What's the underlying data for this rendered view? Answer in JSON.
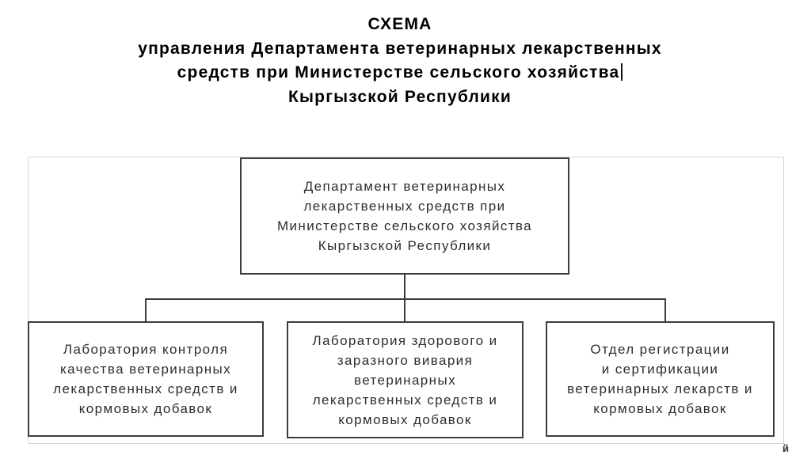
{
  "title": {
    "line1": "СХЕМА",
    "line2": "управления Департамента ветеринарных лекарственных",
    "line3": "средств при Министерстве сельского хозяйства",
    "line4": "Кыргызской Республики"
  },
  "org": {
    "root": {
      "name": "Департамент ветеринарных лекарственных средств при Министерстве сельского хозяйства Кыргызской Республики",
      "lines": [
        "Департамент ветеринарных",
        "лекарственных средств при",
        "Министерстве сельского хозяйства",
        "Кыргызской Республики"
      ]
    },
    "children": [
      {
        "name": "Лаборатория контроля качества ветеринарных лекарственных средств и кормовых добавок",
        "lines": [
          "Лаборатория контроля",
          "качества ветеринарных",
          "лекарственных средств и",
          "кормовых добавок"
        ]
      },
      {
        "name": "Лаборатория здорового и заразного вивария ветеринарных лекарственных средств и кормовых добавок",
        "lines": [
          "Лаборатория здорового и",
          "заразного вивария",
          "ветеринарных",
          "лекарственных средств и",
          "кормовых добавок"
        ]
      },
      {
        "name": "Отдел регистрации и сертификации ветеринарных лекарств и кормовых добавок",
        "lines": [
          "Отдел регистрации",
          "и сертификации",
          "ветеринарных лекарств и",
          "кормовых добавок"
        ]
      }
    ]
  },
  "stray_char": "й",
  "colors": {
    "title_text": "#000000",
    "box_border": "#3c3c3c",
    "box_text": "#2e2e2e",
    "canvas_border": "#d6d6d6",
    "background": "#ffffff"
  }
}
